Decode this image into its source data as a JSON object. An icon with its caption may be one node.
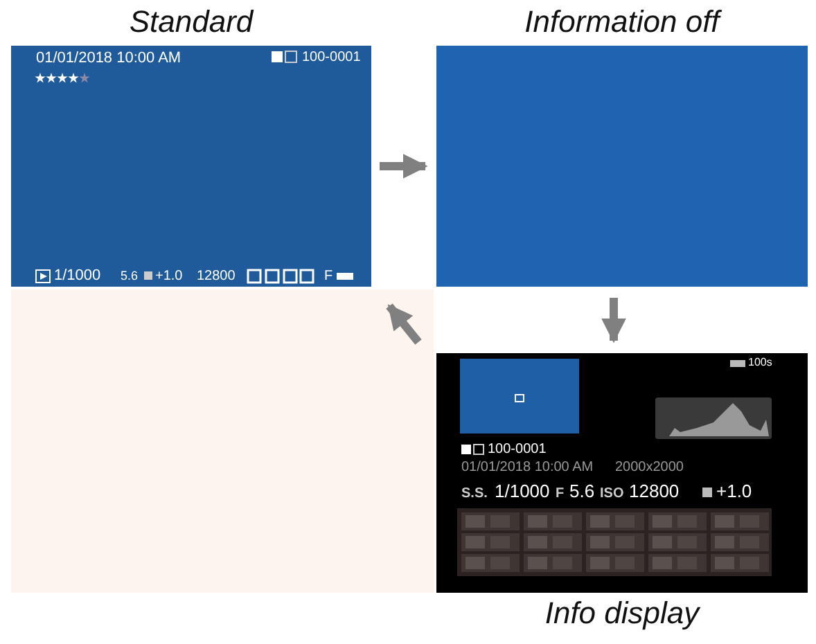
{
  "diagram": {
    "nodes": [
      {
        "text": [
          "Standard",
          "01/01/2018 10:00 AM",
          "100-0001",
          "1/1000",
          "5.6",
          "+1.0",
          "12800",
          "F"
        ]
      },
      {
        "text": [
          "Information off"
        ]
      },
      {
        "text": [
          "Info display",
          "100s",
          "100-0001",
          "01/01/2018 10:00 AM",
          "2000x2000",
          "S.S.",
          "1/1000",
          "F",
          "5.6",
          "ISO",
          "12800",
          "+1.0"
        ]
      }
    ],
    "edges": [
      {
        "from": 0,
        "to": 1,
        "arrow": "to"
      },
      {
        "from": 1,
        "to": 2,
        "arrow": "to"
      },
      {
        "from": 2,
        "to": 0,
        "arrow": "to"
      }
    ]
  }
}
